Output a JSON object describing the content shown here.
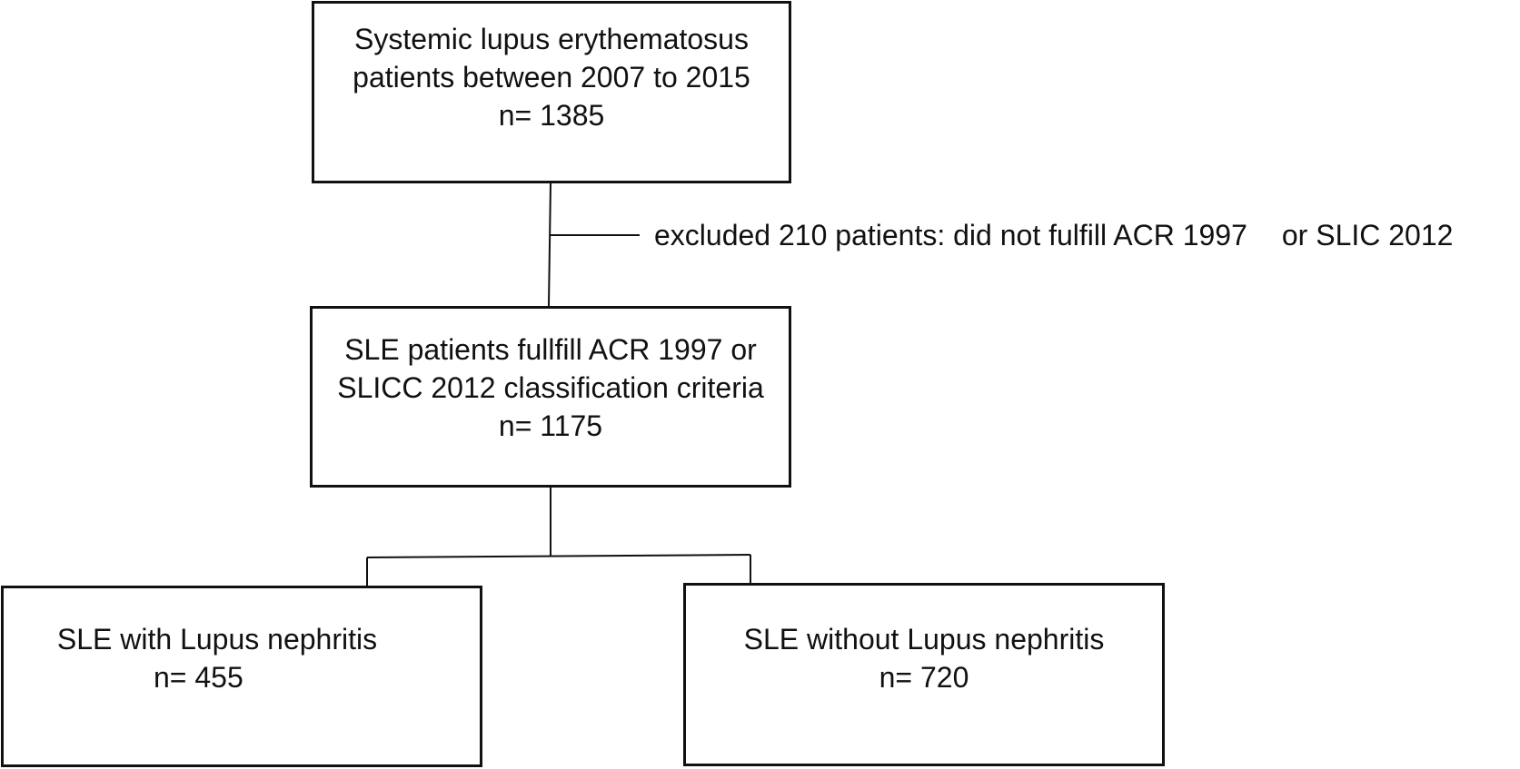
{
  "boxes": {
    "total": {
      "lines": [
        "Systemic lupus erythematosus",
        "patients between 2007 to 2015",
        "n= 1385"
      ]
    },
    "eligible": {
      "lines": [
        "SLE patients fullfill ACR 1997 or",
        "SLICC 2012 classification criteria",
        "n= 1175"
      ]
    },
    "with_ln": {
      "lines": [
        "SLE with Lupus nephritis",
        "n= 455"
      ]
    },
    "without_ln": {
      "lines": [
        "SLE without Lupus nephritis",
        "n= 720"
      ]
    }
  },
  "exclusion": {
    "part1": "excluded 210 patients: did not fulfill ACR 1997",
    "part2": "or SLIC 2012"
  },
  "colors": {
    "stroke": "#111111",
    "background": "#ffffff"
  }
}
